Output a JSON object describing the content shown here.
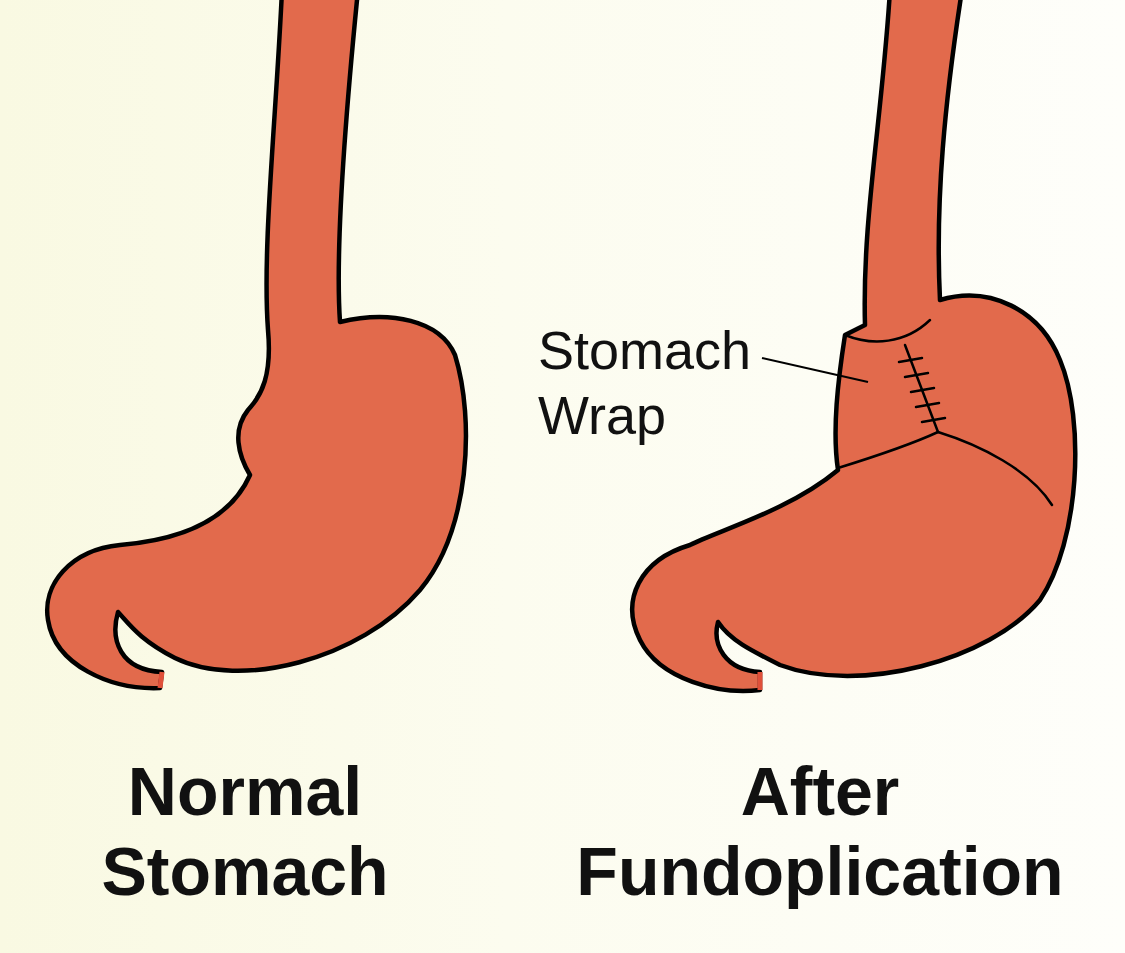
{
  "diagram": {
    "labels": [
      "Stomach Wrap",
      "Normal Stomach",
      "After Fundoplication"
    ]
  }
}
